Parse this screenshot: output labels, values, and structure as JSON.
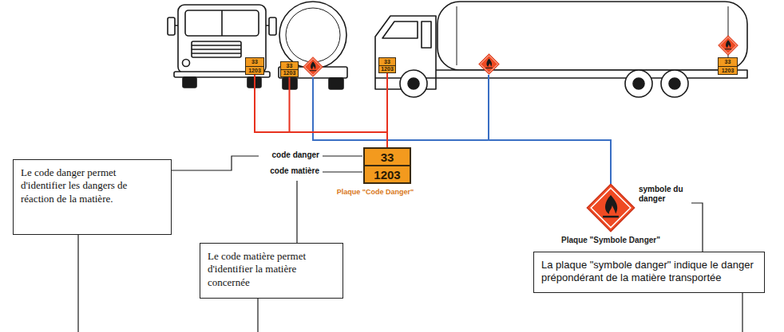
{
  "diagram": {
    "nodes": [
      {
        "text": [
          "33",
          "1203"
        ]
      },
      {
        "text": [
          "33",
          "1203"
        ]
      },
      {
        "text": [
          "33",
          "1203"
        ]
      },
      {
        "text": [
          "33",
          "1203"
        ]
      },
      {
        "text": [
          "33",
          "1203"
        ]
      },
      {
        "text": [
          "Le code danger permet d'identifier les dangers de réaction de la matière."
        ]
      },
      {
        "text": [
          "Le code matière permet d'identifier la matière concernée"
        ]
      },
      {
        "text": [
          "La plaque \"symbole danger\" indique le danger prépondérant de la matière transportée"
        ]
      }
    ],
    "edges": [
      {
        "from": 0,
        "to": 4,
        "arrow": "none"
      },
      {
        "from": 1,
        "to": 4,
        "arrow": "none"
      },
      {
        "from": 2,
        "to": 4,
        "arrow": "none"
      }
    ],
    "labels": [
      "code danger",
      "code matière",
      "Plaque \"Code Danger\"",
      "symbole du danger",
      "Plaque \"Symbole Danger\""
    ]
  }
}
